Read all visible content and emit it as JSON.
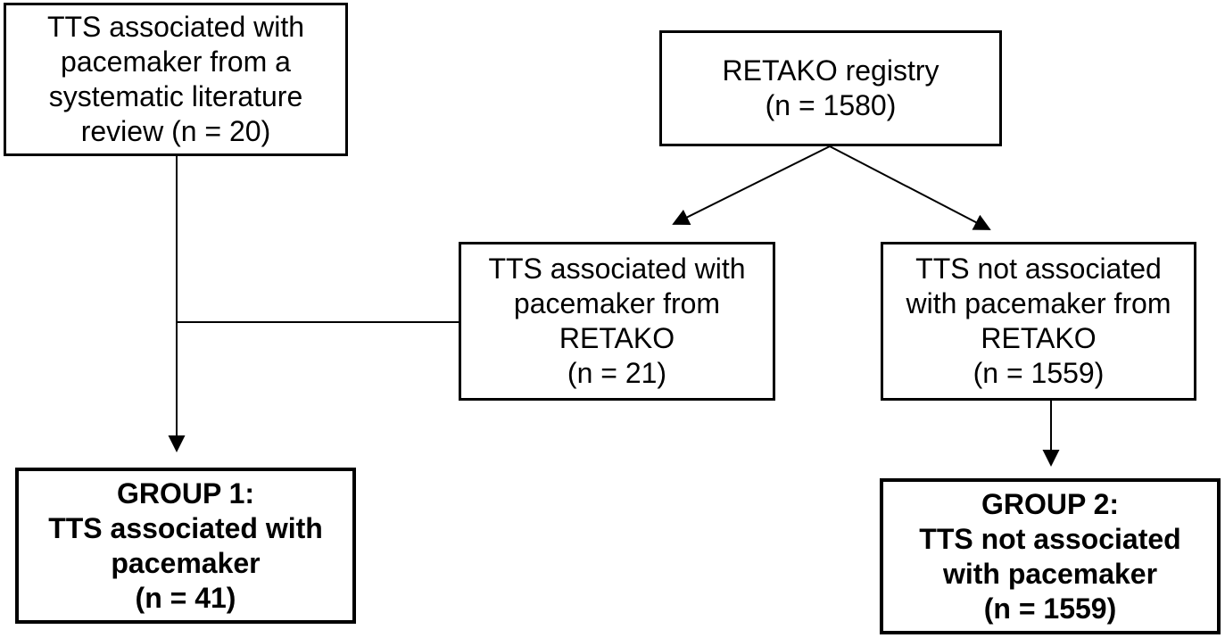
{
  "flowchart": {
    "background_color": "#ffffff",
    "line_color": "#000000",
    "boxes": [
      {
        "id": "literature-review",
        "text": "TTS associated with\npacemaker from a\nsystematic literature\nreview (n = 20)",
        "n": 20,
        "emphasis": "normal"
      },
      {
        "id": "retako-registry",
        "text": "RETAKO registry\n(n = 1580)",
        "n": 1580,
        "emphasis": "normal"
      },
      {
        "id": "tts-pacemaker-retako",
        "text": "TTS associated with\npacemaker from\nRETAKO\n(n = 21)",
        "n": 21,
        "emphasis": "normal"
      },
      {
        "id": "tts-not-pacemaker-retako",
        "text": "TTS not associated\nwith pacemaker from\nRETAKO\n(n = 1559)",
        "n": 1559,
        "emphasis": "normal"
      },
      {
        "id": "group-1",
        "text": "GROUP 1:\nTTS associated with\npacemaker\n(n = 41)",
        "n": 41,
        "emphasis": "bold"
      },
      {
        "id": "group-2",
        "text": "GROUP 2:\nTTS not associated\nwith pacemaker\n(n = 1559)",
        "n": 1559,
        "emphasis": "bold"
      }
    ],
    "edges": [
      {
        "from": "literature-review",
        "to": "group-1",
        "style": "arrow"
      },
      {
        "from": "tts-pacemaker-retako",
        "to": "group-1",
        "style": "line-merge"
      },
      {
        "from": "retako-registry",
        "to": "tts-pacemaker-retako",
        "style": "arrow"
      },
      {
        "from": "retako-registry",
        "to": "tts-not-pacemaker-retako",
        "style": "arrow"
      },
      {
        "from": "tts-not-pacemaker-retako",
        "to": "group-2",
        "style": "arrow"
      }
    ]
  }
}
